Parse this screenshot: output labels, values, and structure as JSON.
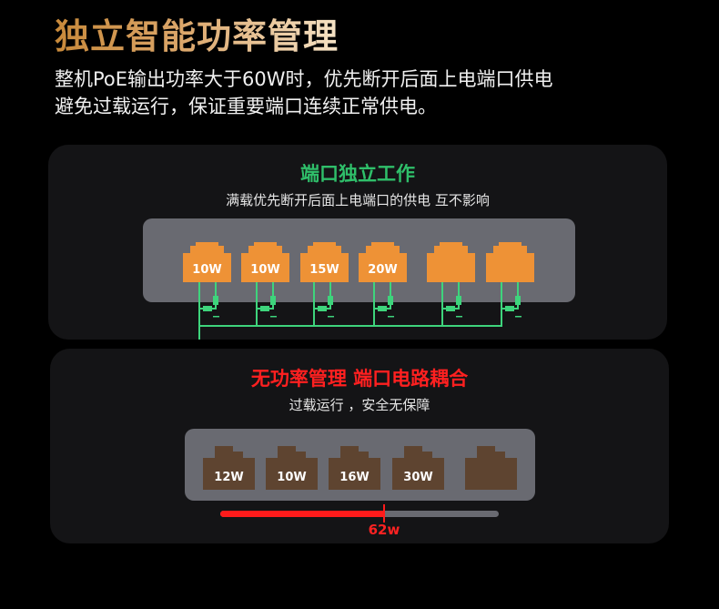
{
  "header": {
    "title": "独立智能功率管理",
    "description_lines": [
      "整机PoE输出功率大于60W时，优先断开后面上电端口供电",
      "避免过载运行，保证重要端口连续正常供电。"
    ]
  },
  "panel_managed": {
    "title": "端口独立工作",
    "subtitle": "满载优先断开后面上电端口的供电 互不影响",
    "title_color": "#2fbf6a",
    "port_color": "#ee9236",
    "circuit_color": "#3ed47c",
    "ports": [
      {
        "label": "10W",
        "icon": "rj45-port-icon"
      },
      {
        "label": "10W",
        "icon": "rj45-port-icon"
      },
      {
        "label": "15W",
        "icon": "rj45-port-icon"
      },
      {
        "label": "20W",
        "icon": "rj45-port-icon"
      },
      {
        "label": "",
        "icon": "rj45-port-icon"
      },
      {
        "label": "",
        "icon": "rj45-port-icon"
      }
    ]
  },
  "panel_unmanaged": {
    "title": "无功率管理 端口电路耦合",
    "subtitle": "过载运行 ，安全无保障",
    "title_color": "#ff2020",
    "port_color": "#5e4430",
    "ports": [
      {
        "label": "12W",
        "icon": "rj45-port-icon"
      },
      {
        "label": "10W",
        "icon": "rj45-port-icon"
      },
      {
        "label": "16W",
        "icon": "rj45-port-icon"
      },
      {
        "label": "30W",
        "icon": "rj45-port-icon"
      },
      {
        "label": "",
        "icon": "rj45-port-icon"
      }
    ],
    "power_bar": {
      "label": "62w",
      "fill_color": "#ff1b1b",
      "track_color": "#696a71"
    }
  }
}
